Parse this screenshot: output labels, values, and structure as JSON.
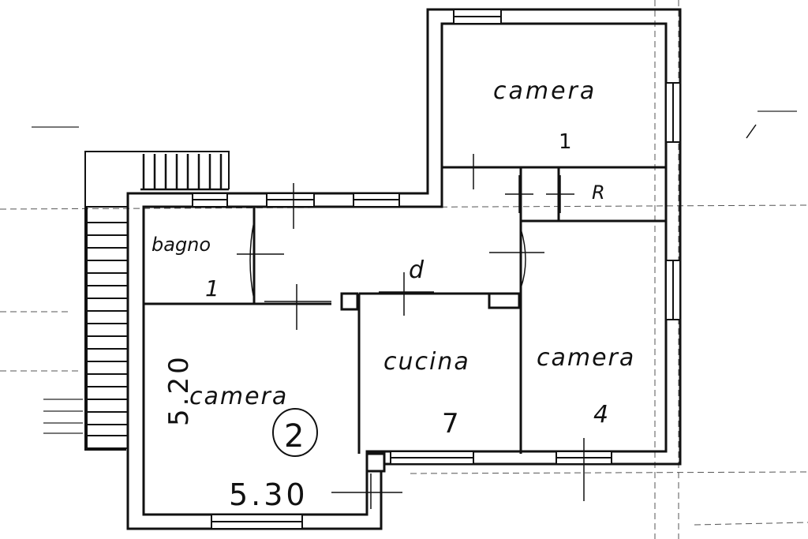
{
  "colors": {
    "ink": "#111111",
    "paper": "#ffffff",
    "guide": "#555555"
  },
  "rooms": {
    "camera_top": {
      "name": "camera",
      "number": "1"
    },
    "r_room": {
      "name": "R"
    },
    "bagno": {
      "name": "bagno",
      "number": "1"
    },
    "corridor": {
      "mark": "d"
    },
    "cucina": {
      "name": "cucina",
      "number": "7"
    },
    "camera_right": {
      "name": "camera",
      "number": "4"
    },
    "camera_left": {
      "name": "camera",
      "number": "2"
    }
  },
  "dimensions": {
    "width": "5.30",
    "height": "5.20"
  }
}
